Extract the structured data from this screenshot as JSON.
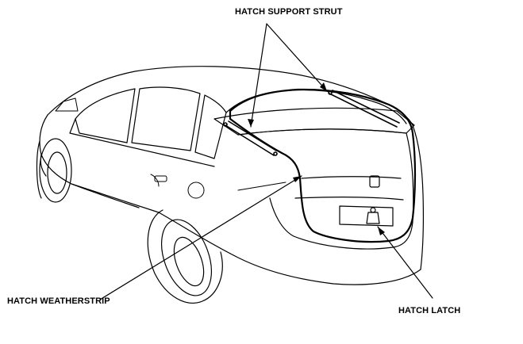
{
  "labels": {
    "support_strut": "HATCH SUPPORT STRUT",
    "weatherstrip": "HATCH WEATHERSTRIP",
    "latch": "HATCH LATCH"
  }
}
